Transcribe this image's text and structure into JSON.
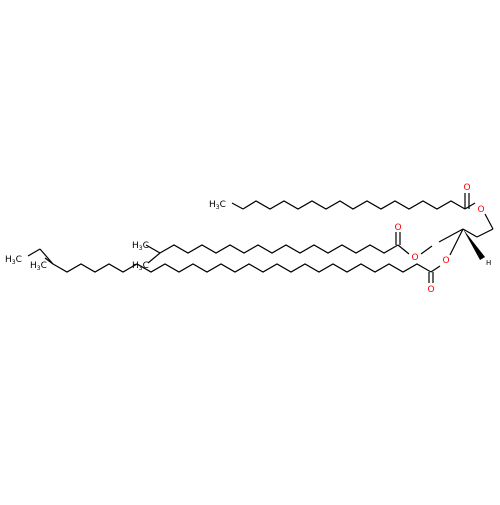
{
  "molecule": {
    "atom_labels": {
      "oxygen": "O",
      "hydrogen": "H",
      "methyl_label": "H3C",
      "methyl_h": "H",
      "methyl_c": "C",
      "methyl_sub": "3"
    },
    "colors": {
      "bond": "#000000",
      "oxygen": "#ff0000",
      "carbon_label": "#000000",
      "background": "#ffffff"
    }
  }
}
